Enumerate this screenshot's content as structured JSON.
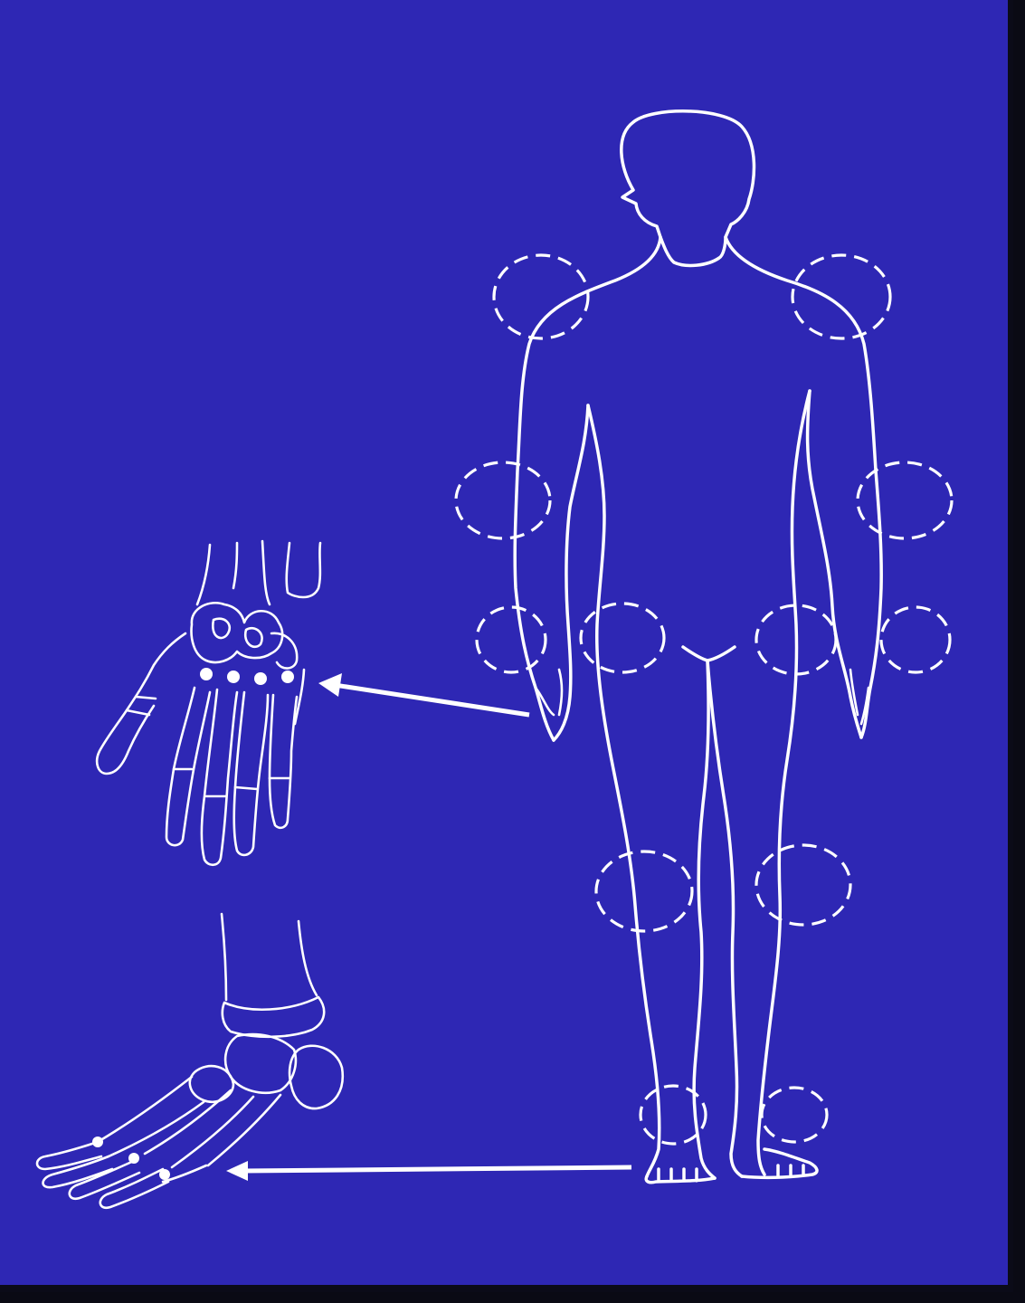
{
  "background_color": "#2e27b4",
  "line_color": "#ffffff",
  "figure": {
    "subject": "human-body-front-view",
    "marked_regions": [
      "left-shoulder",
      "right-shoulder",
      "left-elbow",
      "right-elbow",
      "left-wrist",
      "right-wrist",
      "left-hip",
      "right-hip",
      "left-knee",
      "right-knee",
      "left-ankle",
      "right-ankle"
    ]
  },
  "insets": {
    "hand": "hand-skeleton",
    "foot": "foot-skeleton"
  },
  "arrows": [
    "hand-to-hand-skeleton",
    "foot-to-foot-skeleton"
  ]
}
